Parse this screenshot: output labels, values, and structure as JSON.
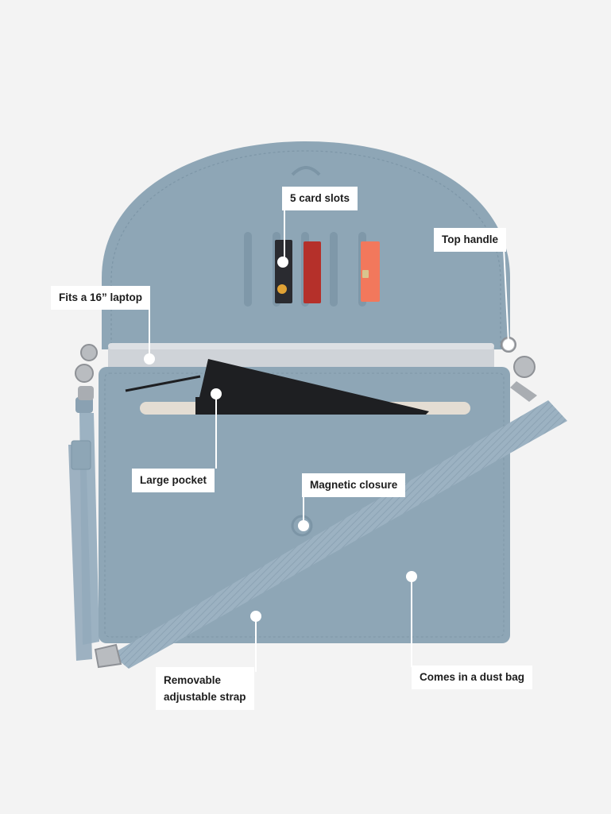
{
  "colors": {
    "background": "#f3f3f3",
    "bag": "#8ea6b6",
    "bag_shadow": "#7c95a6",
    "strap": "#9cb2c2",
    "pocket_opening": "#e4ddd3",
    "laptop": "#cfd3d8",
    "notebook": "#1e1f22",
    "card_red": "#b5302a",
    "card_coral": "#f2785c",
    "card_black": "#2a2b30",
    "hardware": "#b9bcc0",
    "callout_dot": "#ffffff"
  },
  "callouts": {
    "card_slots": "5 card slots",
    "top_handle": "Top handle",
    "laptop": "Fits a 16” laptop",
    "large_pocket": "Large pocket",
    "magnetic_closure": "Magnetic closure",
    "strap_line1": "Removable",
    "strap_line2": "adjustable strap",
    "dust_bag": "Comes in a dust bag"
  }
}
